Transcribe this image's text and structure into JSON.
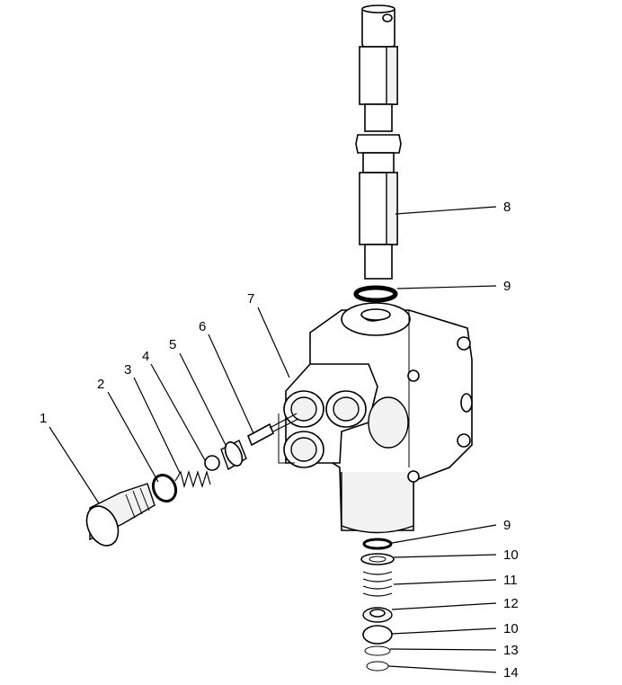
{
  "figure": {
    "callouts": [
      {
        "id": "c1",
        "text": "1"
      },
      {
        "id": "c2",
        "text": "2"
      },
      {
        "id": "c3",
        "text": "3"
      },
      {
        "id": "c4",
        "text": "4"
      },
      {
        "id": "c5",
        "text": "5"
      },
      {
        "id": "c6",
        "text": "6"
      },
      {
        "id": "c7",
        "text": "7"
      },
      {
        "id": "c8",
        "text": "8"
      },
      {
        "id": "c9a",
        "text": "9"
      },
      {
        "id": "c9b",
        "text": "9"
      },
      {
        "id": "c10a",
        "text": "10"
      },
      {
        "id": "c11",
        "text": "11"
      },
      {
        "id": "c12",
        "text": "12"
      },
      {
        "id": "c10b",
        "text": "10"
      },
      {
        "id": "c13",
        "text": "13"
      },
      {
        "id": "c14",
        "text": "14"
      }
    ]
  }
}
